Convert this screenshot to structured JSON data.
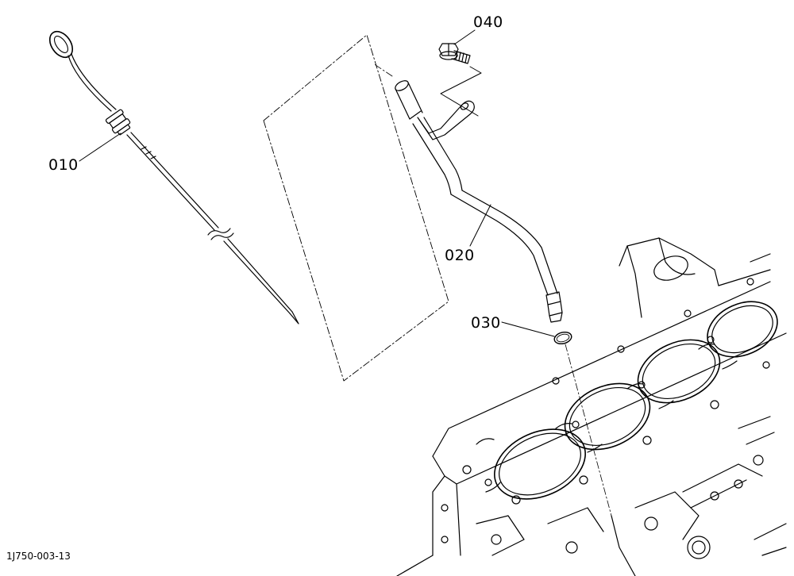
{
  "callouts": {
    "part_010": "010",
    "part_020": "020",
    "part_030": "030",
    "part_040": "040"
  },
  "footer": {
    "drawing_code": "1J750-003-13"
  }
}
